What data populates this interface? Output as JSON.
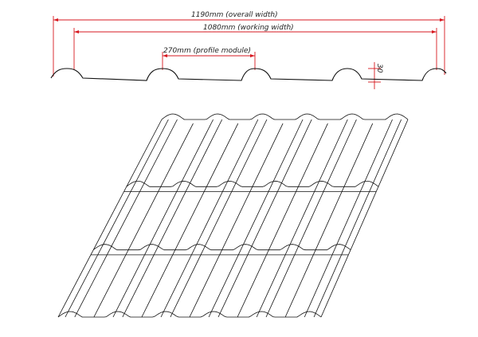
{
  "dimensions": {
    "overall_width": "1190mm  (overall  width)",
    "working_width": "1080mm  (working  width)",
    "profile_module": "270mm  (profile  module)",
    "profile_height": "30"
  },
  "colors": {
    "dimension_line": "#d71920",
    "drawing_line": "#111111"
  }
}
